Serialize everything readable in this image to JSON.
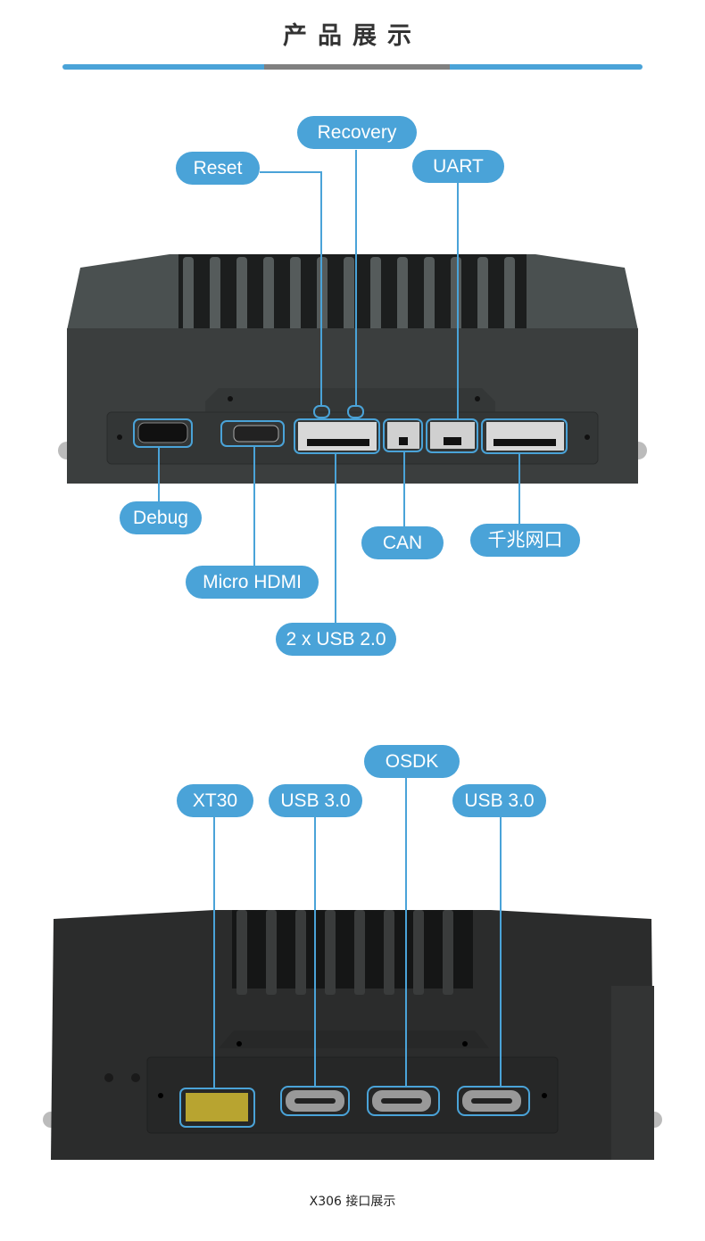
{
  "header": {
    "title": "产品展示"
  },
  "colors": {
    "accent": "#4aa3d8",
    "divider_mid": "#808080",
    "device_top": "#3b3e3e",
    "device_bottom": "#2b2c2c"
  },
  "top_view": {
    "labels": {
      "recovery": "Recovery",
      "reset": "Reset",
      "uart": "UART",
      "debug": "Debug",
      "can": "CAN",
      "gigabit": "千兆网口",
      "micro_hdmi": "Micro HDMI",
      "usb2": "2 x USB 2.0"
    }
  },
  "bottom_view": {
    "labels": {
      "osdk": "OSDK",
      "xt30": "XT30",
      "usb3_a": "USB 3.0",
      "usb3_b": "USB 3.0"
    }
  },
  "caption": "X306 接口展示"
}
